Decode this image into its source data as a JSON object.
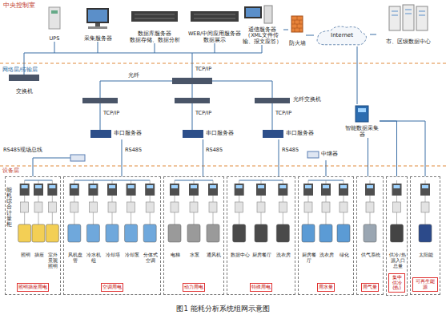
{
  "diagram": {
    "caption": "图1 能耗分析系统组网示意图",
    "nodes": [
      {
        "text": [
          "UPS"
        ]
      },
      {
        "text": [
          "采集服务器"
        ]
      },
      {
        "text": [
          "数据库服务器",
          "数据存储、数据分析"
        ]
      },
      {
        "text": [
          "WEB/中间应用服务器",
          "数据展示"
        ]
      },
      {
        "text": [
          "通信服务器（XML文件传输、报文应答）"
        ]
      },
      {
        "text": [
          "防火墙"
        ]
      },
      {
        "text": [
          "Internet"
        ]
      },
      {
        "text": [
          "市、区级数据中心"
        ]
      },
      {
        "text": [
          "交换机"
        ]
      },
      {
        "text": [
          "串口服务器"
        ]
      },
      {
        "text": [
          "串口服务器"
        ]
      },
      {
        "text": [
          "串口服务器"
        ]
      },
      {
        "text": [
          "中继器"
        ]
      },
      {
        "text": [
          "智能数据采集器"
        ]
      },
      {
        "text": [
          "照明插座用电"
        ]
      },
      {
        "text": [
          "照明"
        ],
        "in": 14
      },
      {
        "text": [
          "插座"
        ],
        "in": 14
      },
      {
        "text": [
          "室外景观照明"
        ],
        "in": 14
      },
      {
        "text": [
          "空调用电"
        ]
      },
      {
        "text": [
          "风机盘管"
        ],
        "in": 18
      },
      {
        "text": [
          "冷水机组"
        ],
        "in": 18
      },
      {
        "text": [
          "冷却塔"
        ],
        "in": 18
      },
      {
        "text": [
          "冷却泵"
        ],
        "in": 18
      },
      {
        "text": [
          "分体式空调"
        ],
        "in": 18
      },
      {
        "text": [
          "动力用电"
        ]
      },
      {
        "text": [
          "电梯"
        ],
        "in": 24
      },
      {
        "text": [
          "水泵"
        ],
        "in": 24
      },
      {
        "text": [
          "通风机"
        ],
        "in": 24
      },
      {
        "text": [
          "特殊用电"
        ]
      },
      {
        "text": [
          "数据中心"
        ],
        "in": 28
      },
      {
        "text": [
          "厨房餐厅"
        ],
        "in": 28
      },
      {
        "text": [
          "洗衣房"
        ],
        "in": 28
      },
      {
        "text": [
          "用水量"
        ]
      },
      {
        "text": [
          "厨房餐厅"
        ],
        "in": 32
      },
      {
        "text": [
          "洗衣房"
        ],
        "in": 32
      },
      {
        "text": [
          "绿化"
        ],
        "in": 32
      },
      {
        "text": [
          "用气量"
        ]
      },
      {
        "text": [
          "供气系统"
        ],
        "in": 36
      },
      {
        "text": [
          "集中供冷(热)"
        ]
      },
      {
        "text": [
          "供冷/热源入口总量"
        ],
        "in": 38
      },
      {
        "text": [
          "可再生能源"
        ]
      },
      {
        "text": [
          "太阳能"
        ],
        "in": 40
      }
    ],
    "edges": [
      {
        "from": 4,
        "to": 5,
        "arrow": "none"
      },
      {
        "from": 5,
        "to": 6,
        "arrow": "none"
      },
      {
        "from": 6,
        "to": 7,
        "arrow": "none"
      },
      {
        "from": 6,
        "to": 13,
        "arrow": "none"
      },
      {
        "from": 13,
        "to": 36,
        "arrow": "none"
      },
      {
        "from": 13,
        "to": 38,
        "arrow": "none"
      },
      {
        "from": 13,
        "to": 40,
        "arrow": "none"
      },
      {
        "from": 9,
        "to": 18,
        "arrow": "none"
      },
      {
        "from": 10,
        "to": 24,
        "arrow": "none"
      },
      {
        "from": 11,
        "to": 28,
        "arrow": "none"
      },
      {
        "from": 12,
        "to": 32,
        "arrow": "none"
      }
    ],
    "labels": [
      "中央控制室",
      "网络层/传输层",
      "TCP/IP",
      "光纤",
      "光纤交换机",
      "TCP/IP",
      "TCP/IP",
      "TCP/IP",
      "RS485",
      "RS485",
      "RS485",
      "RS485现场总线",
      "设备层",
      "能耗综合计量柜"
    ]
  }
}
